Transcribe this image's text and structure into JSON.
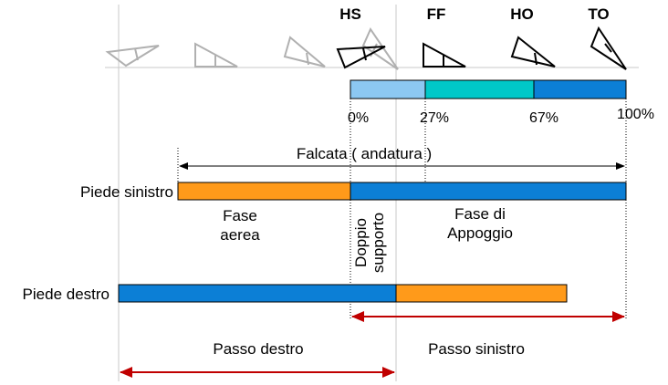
{
  "phases": {
    "hs": "HS",
    "ff": "FF",
    "ho": "HO",
    "to": "TO"
  },
  "percent": {
    "p0": "0%",
    "p27": "27%",
    "p67": "67%",
    "p100": "100%"
  },
  "stride_label": "Falcata ( andatura )",
  "left_foot": {
    "label": "Piede sinistro",
    "aerial": "Fase\naerea",
    "double_support": "Doppio\nsupporto",
    "stance": "Fase di\nAppoggio"
  },
  "right_foot": {
    "label": "Piede destro"
  },
  "steps": {
    "right": "Passo destro",
    "left": "Passo sinistro"
  },
  "colors": {
    "swing": "#ff9a1a",
    "stance": "#0c7fd6",
    "seg_light": "#8cc8f2",
    "seg_cyan": "#00c8c8",
    "seg_blue": "#0c7fd6",
    "arrow_red": "#c00000",
    "ghost": "#b0b0b0"
  }
}
